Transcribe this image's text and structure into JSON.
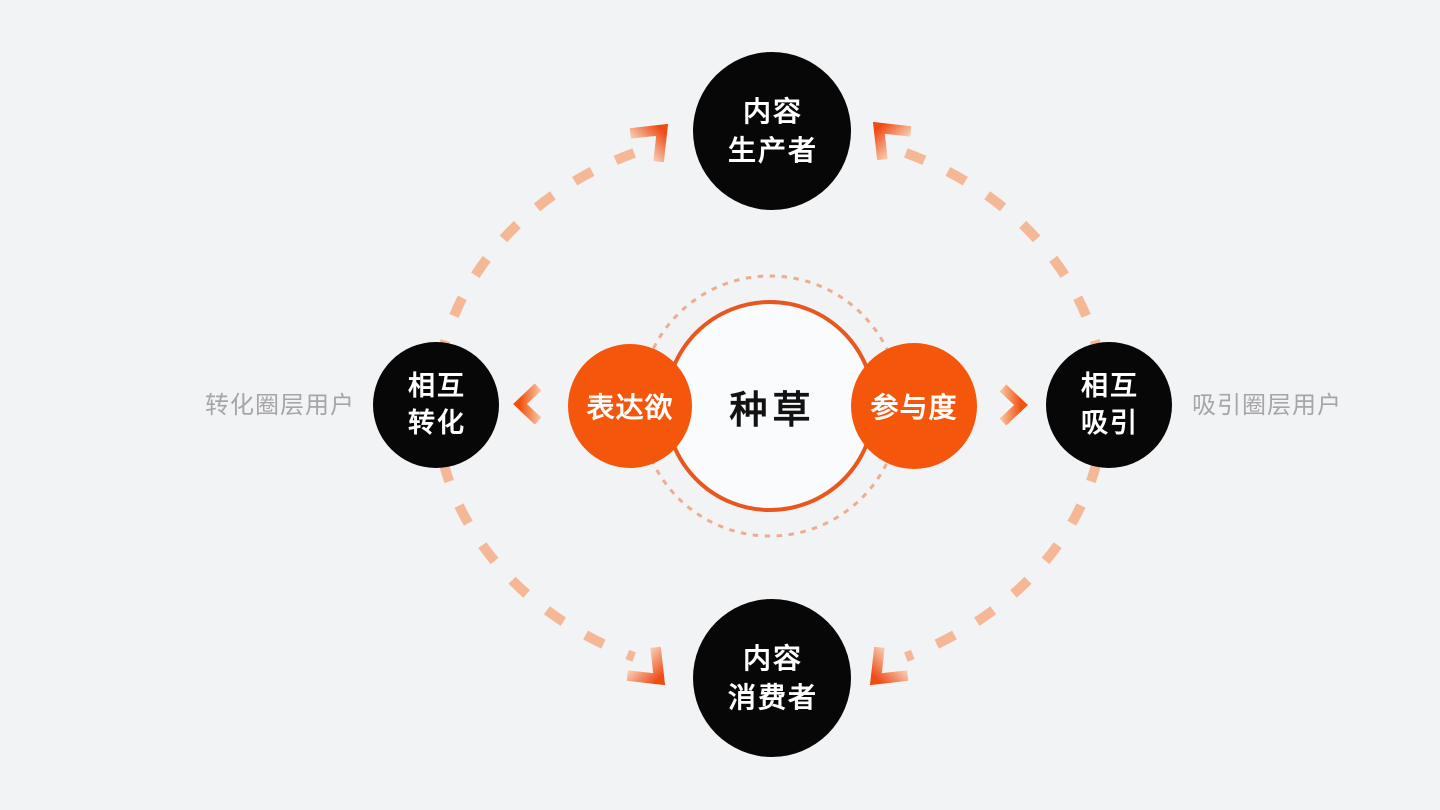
{
  "colors": {
    "background": "#F2F3F5",
    "orange_accent": "#F4560C",
    "node_black": "#070707",
    "dashed_ring": "#F5B896",
    "dotted_ring": "#ECAD90",
    "center_circle_border": "#E7571E",
    "center_circle_fill": "#FAFBFC",
    "gray_label": "#A6A6A6",
    "arrow_tip": "#EE4B15",
    "arrow_tail": "#F8CBB0"
  },
  "center": {
    "label": "种草"
  },
  "drivers": {
    "left": "表达欲",
    "right": "参与度"
  },
  "nodes": {
    "top": {
      "lines": [
        "内容",
        "生产者"
      ]
    },
    "bottom": {
      "lines": [
        "内容",
        "消费者"
      ]
    },
    "left": {
      "lines": [
        "相互",
        "转化"
      ]
    },
    "right": {
      "lines": [
        "相互",
        "吸引"
      ]
    }
  },
  "side_labels": {
    "left": "转化圈层用户",
    "right": "吸引圈层用户"
  },
  "icons": {
    "arrowhead_top_left": "arrowhead pointing up-right into content-producer node",
    "arrowhead_top_right": "arrowhead pointing up-left into content-producer node",
    "arrowhead_bottom_left": "arrowhead pointing down-right into content-consumer node",
    "arrowhead_bottom_right": "arrowhead pointing down-left into content-consumer node",
    "chevron_left": "chevron pointing left toward mutual-conversion node",
    "chevron_right": "chevron pointing right toward mutual-attraction node"
  }
}
